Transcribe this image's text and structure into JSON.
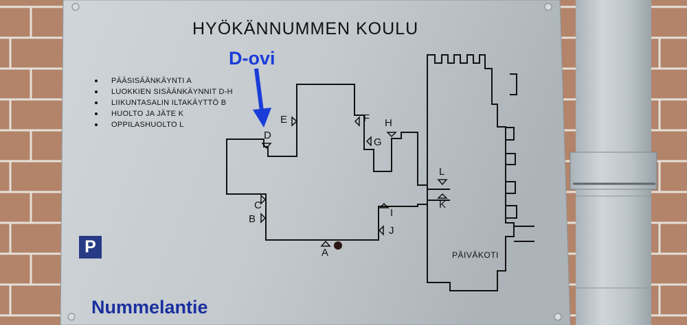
{
  "sign": {
    "title": "HYÖKÄNNUMMEN KOULU",
    "legend": [
      "PÄÄSISÄÄNKÄYNTI A",
      "LUOKKIEN SISÄÄNKÄYNNIT D-H",
      "LIIKUNTASALIN ILTAKÄYTTÖ B",
      "HUOLTO JA JÄTE  K",
      "OPPILASHUOLTO L"
    ],
    "door_labels": [
      "A",
      "B",
      "C",
      "D",
      "E",
      "F",
      "G",
      "H",
      "I",
      "J",
      "K",
      "L"
    ],
    "daycare_label": "PÄIVÄKOTI",
    "parking": "P"
  },
  "annotations": {
    "door_callout": "D-ovi",
    "street": "Nummelantie"
  },
  "colors": {
    "callout_blue": "#1a3cd8",
    "street_blue": "#1a2f9e",
    "parking_blue": "#263a86",
    "plate": "#c9cfd3",
    "brick": "#b3846a"
  }
}
